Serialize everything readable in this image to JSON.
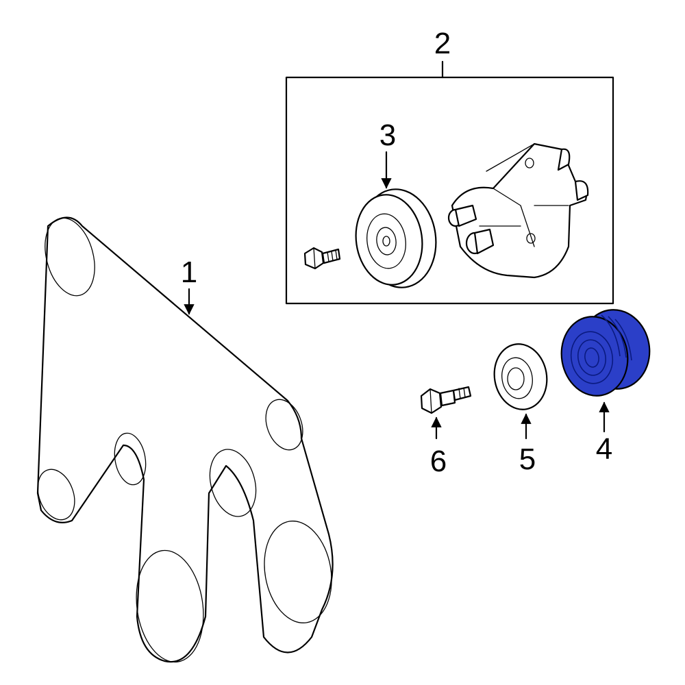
{
  "callouts": {
    "c1": "1",
    "c2": "2",
    "c3": "3",
    "c4": "4",
    "c5": "5",
    "c6": "6"
  },
  "colors": {
    "highlight": "#2b3fc8",
    "line": "#000000",
    "background": "#ffffff"
  },
  "highlighted_part": "4"
}
